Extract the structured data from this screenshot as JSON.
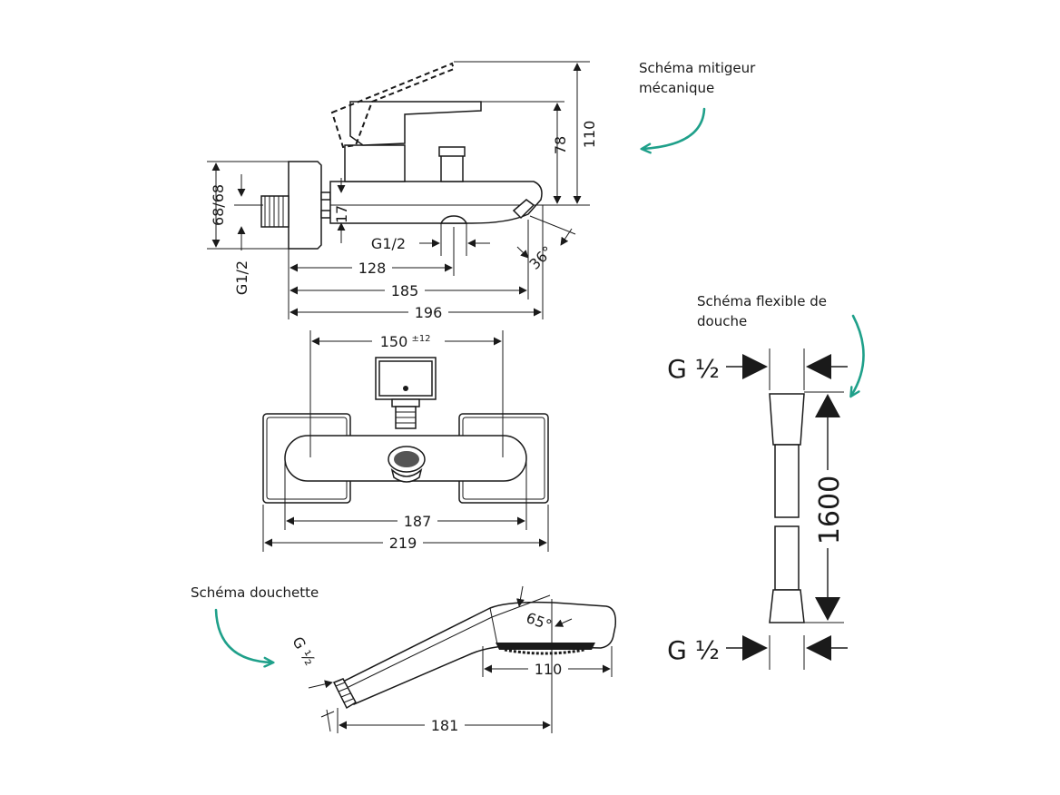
{
  "captions": {
    "mitigeur": [
      "Schéma mitigeur",
      "mécanique"
    ],
    "flexible": [
      "Schéma flexible de",
      "douche"
    ],
    "douchette": "Schéma douchette"
  },
  "dims": {
    "h110": "110",
    "h78": "78",
    "h17": "17",
    "h6868": "68/68",
    "g12_side": "G1/2",
    "g12_under": "G1/2",
    "d128": "128",
    "d185": "185",
    "d196": "196",
    "a36": "36°",
    "d150": "150",
    "tol150": "±12",
    "d187": "187",
    "d219": "219",
    "g_hose_top": "G ½",
    "g_hose_bottom": "G ½",
    "d1600": "1600",
    "g_handshower": "G ½",
    "d110": "110",
    "d181": "181",
    "a65": "65°"
  },
  "colors": {
    "accent": "#1fa08a",
    "ink": "#1a1a1a"
  }
}
